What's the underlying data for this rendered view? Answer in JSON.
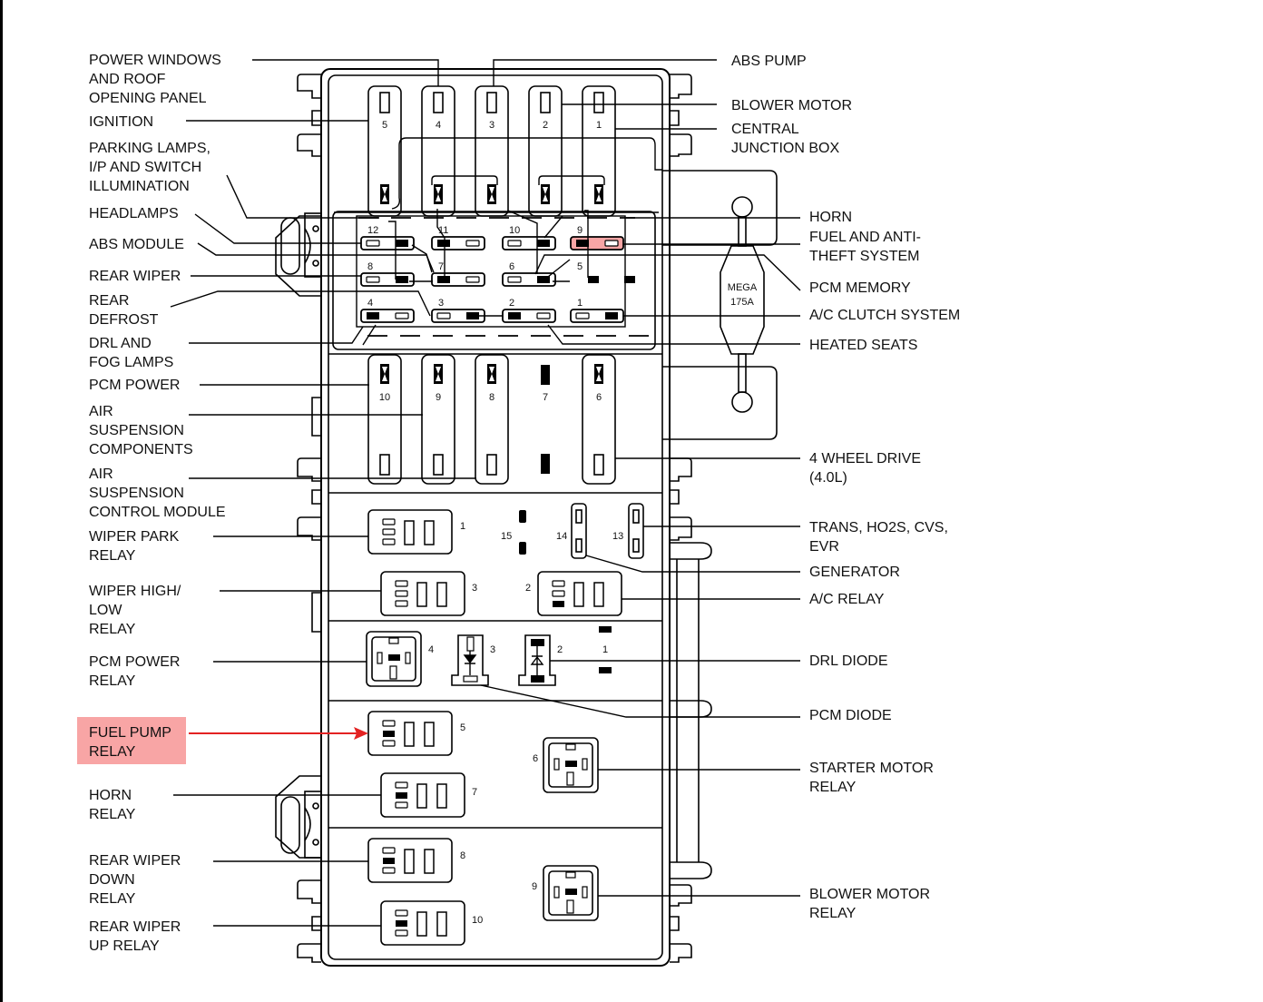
{
  "diagram": {
    "title": "Central junction box / fuse panel layout",
    "highlight_color": "#f8a5a5",
    "arrow_color": "#e32222",
    "highlighted_label": "FUEL PUMP RELAY",
    "left_labels": [
      {
        "id": "power-windows",
        "lines": [
          "POWER WINDOWS",
          "AND ROOF",
          "OPENING PANEL"
        ]
      },
      {
        "id": "ignition",
        "lines": [
          "IGNITION"
        ]
      },
      {
        "id": "parking-lamps",
        "lines": [
          "PARKING LAMPS,",
          "I/P AND SWITCH",
          "ILLUMINATION"
        ]
      },
      {
        "id": "headlamps",
        "lines": [
          "HEADLAMPS"
        ]
      },
      {
        "id": "abs-module",
        "lines": [
          "ABS MODULE"
        ]
      },
      {
        "id": "rear-wiper",
        "lines": [
          "REAR WIPER"
        ]
      },
      {
        "id": "rear-defrost",
        "lines": [
          "REAR",
          "DEFROST"
        ]
      },
      {
        "id": "drl-fog",
        "lines": [
          "DRL  AND",
          "FOG LAMPS"
        ]
      },
      {
        "id": "pcm-power",
        "lines": [
          "PCM POWER"
        ]
      },
      {
        "id": "air-susp-components",
        "lines": [
          "AIR",
          "SUSPENSION",
          "COMPONENTS"
        ]
      },
      {
        "id": "air-susp-module",
        "lines": [
          "AIR",
          "SUSPENSION",
          "CONTROL MODULE"
        ]
      },
      {
        "id": "wiper-park-relay",
        "lines": [
          "WIPER PARK",
          "RELAY"
        ]
      },
      {
        "id": "wiper-high-low-relay",
        "lines": [
          "WIPER HIGH/",
          "LOW",
          "RELAY"
        ]
      },
      {
        "id": "pcm-power-relay",
        "lines": [
          "PCM POWER",
          "RELAY"
        ]
      },
      {
        "id": "fuel-pump-relay",
        "lines": [
          "FUEL PUMP",
          "RELAY"
        ]
      },
      {
        "id": "horn-relay",
        "lines": [
          "HORN",
          "RELAY"
        ]
      },
      {
        "id": "rear-wiper-down-relay",
        "lines": [
          "REAR WIPER",
          "DOWN",
          "RELAY"
        ]
      },
      {
        "id": "rear-wiper-up-relay",
        "lines": [
          "REAR WIPER",
          "UP  RELAY"
        ]
      }
    ],
    "right_labels": [
      {
        "id": "abs-pump",
        "lines": [
          "ABS PUMP"
        ]
      },
      {
        "id": "blower-motor",
        "lines": [
          "BLOWER MOTOR"
        ]
      },
      {
        "id": "central-junction-box",
        "lines": [
          "CENTRAL",
          "JUNCTION BOX"
        ]
      },
      {
        "id": "horn",
        "lines": [
          "HORN"
        ]
      },
      {
        "id": "fuel-anti-theft",
        "lines": [
          "FUEL AND ANTI-",
          "THEFT SYSTEM"
        ]
      },
      {
        "id": "pcm-memory",
        "lines": [
          "PCM MEMORY"
        ]
      },
      {
        "id": "ac-clutch",
        "lines": [
          "A/C CLUTCH SYSTEM"
        ]
      },
      {
        "id": "heated-seats",
        "lines": [
          "HEATED SEATS"
        ]
      },
      {
        "id": "four-wheel-drive",
        "lines": [
          "4 WHEEL DRIVE",
          "(4.0L)"
        ]
      },
      {
        "id": "trans-ho2s",
        "lines": [
          "TRANS, HO2S, CVS,",
          "EVR"
        ]
      },
      {
        "id": "generator",
        "lines": [
          "GENERATOR"
        ]
      },
      {
        "id": "ac-relay",
        "lines": [
          "A/C  RELAY"
        ]
      },
      {
        "id": "drl-diode",
        "lines": [
          "DRL DIODE"
        ]
      },
      {
        "id": "pcm-diode",
        "lines": [
          "PCM DIODE"
        ]
      },
      {
        "id": "starter-motor-relay",
        "lines": [
          "STARTER MOTOR",
          "RELAY"
        ]
      },
      {
        "id": "blower-motor-relay",
        "lines": [
          "BLOWER MOTOR",
          "RELAY"
        ]
      }
    ],
    "mega_fuse": {
      "line1": "MEGA",
      "line2": "175A"
    },
    "maxi_fuses_top": [
      "5",
      "4",
      "3",
      "2",
      "1"
    ],
    "mini_fuses": [
      "12",
      "11",
      "10",
      "9",
      "8",
      "7",
      "6",
      "5",
      "4",
      "3",
      "2",
      "1"
    ],
    "highlighted_mini_fuse": "9",
    "maxi_fuses_mid": [
      "10",
      "9",
      "8",
      "7",
      "6"
    ],
    "relay_numbers": [
      "1",
      "2",
      "3",
      "4",
      "5",
      "6",
      "7",
      "8",
      "9",
      "10"
    ],
    "diode_numbers": [
      "3",
      "2",
      "1"
    ],
    "small_fuses": [
      "15",
      "14",
      "13"
    ]
  }
}
